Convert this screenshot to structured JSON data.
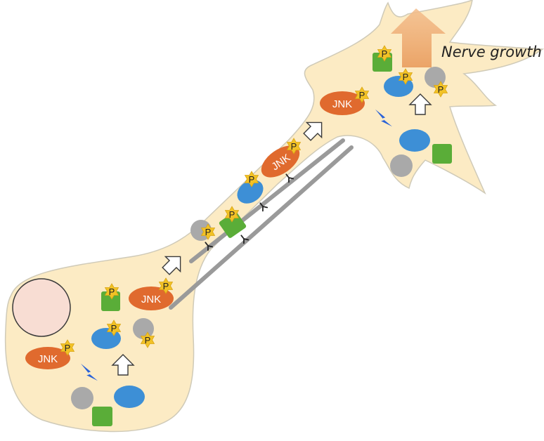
{
  "diagram": {
    "outcome_label": "Nerve growth",
    "kinase_label": "JNK",
    "phospho_label": "P",
    "icons": {
      "cell": "neuron-cell-icon",
      "nucleus": "nucleus-icon",
      "microtubule": "microtubule-icon",
      "motor": "motor-protein-icon",
      "activation": "lightning-icon",
      "transport": "transport-arrow-icon",
      "growth": "growth-arrow-icon"
    },
    "colors": {
      "cytoplasm": "#fcebc4",
      "outline": "#c9c6be",
      "nucleus": "#f8ddd3",
      "jnk": "#e06a2e",
      "blue_protein": "#3d8fd6",
      "gray_protein": "#a9a9a9",
      "green_protein": "#5aad38",
      "phospho": "#f2c226",
      "microtubule": "#9a9a9a",
      "lightning": "#2a62d8",
      "growth_arrow": "#f0b27a"
    }
  }
}
